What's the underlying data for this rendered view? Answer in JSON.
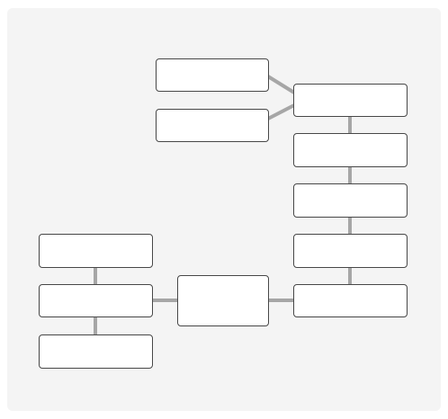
{
  "diagram": {
    "background": "#f4f4f4",
    "node_fill": "#ffffff",
    "node_border": "#474747",
    "connector_color": "#a6a6a6",
    "nodes": [
      {
        "id": "n1",
        "label": ""
      },
      {
        "id": "n2",
        "label": ""
      },
      {
        "id": "n3",
        "label": ""
      },
      {
        "id": "n4",
        "label": ""
      },
      {
        "id": "n5",
        "label": ""
      },
      {
        "id": "n6",
        "label": ""
      },
      {
        "id": "n7",
        "label": ""
      },
      {
        "id": "n8",
        "label": ""
      },
      {
        "id": "n9",
        "label": ""
      },
      {
        "id": "n10",
        "label": ""
      },
      {
        "id": "n11",
        "label": ""
      }
    ],
    "edges": [
      {
        "from": "n1",
        "to": "n3"
      },
      {
        "from": "n2",
        "to": "n3"
      },
      {
        "from": "n3",
        "to": "n4"
      },
      {
        "from": "n4",
        "to": "n5"
      },
      {
        "from": "n5",
        "to": "n6"
      },
      {
        "from": "n6",
        "to": "n7"
      },
      {
        "from": "n7",
        "to": "n8"
      },
      {
        "from": "n8",
        "to": "n10"
      },
      {
        "from": "n9",
        "to": "n10"
      },
      {
        "from": "n10",
        "to": "n11"
      }
    ]
  }
}
